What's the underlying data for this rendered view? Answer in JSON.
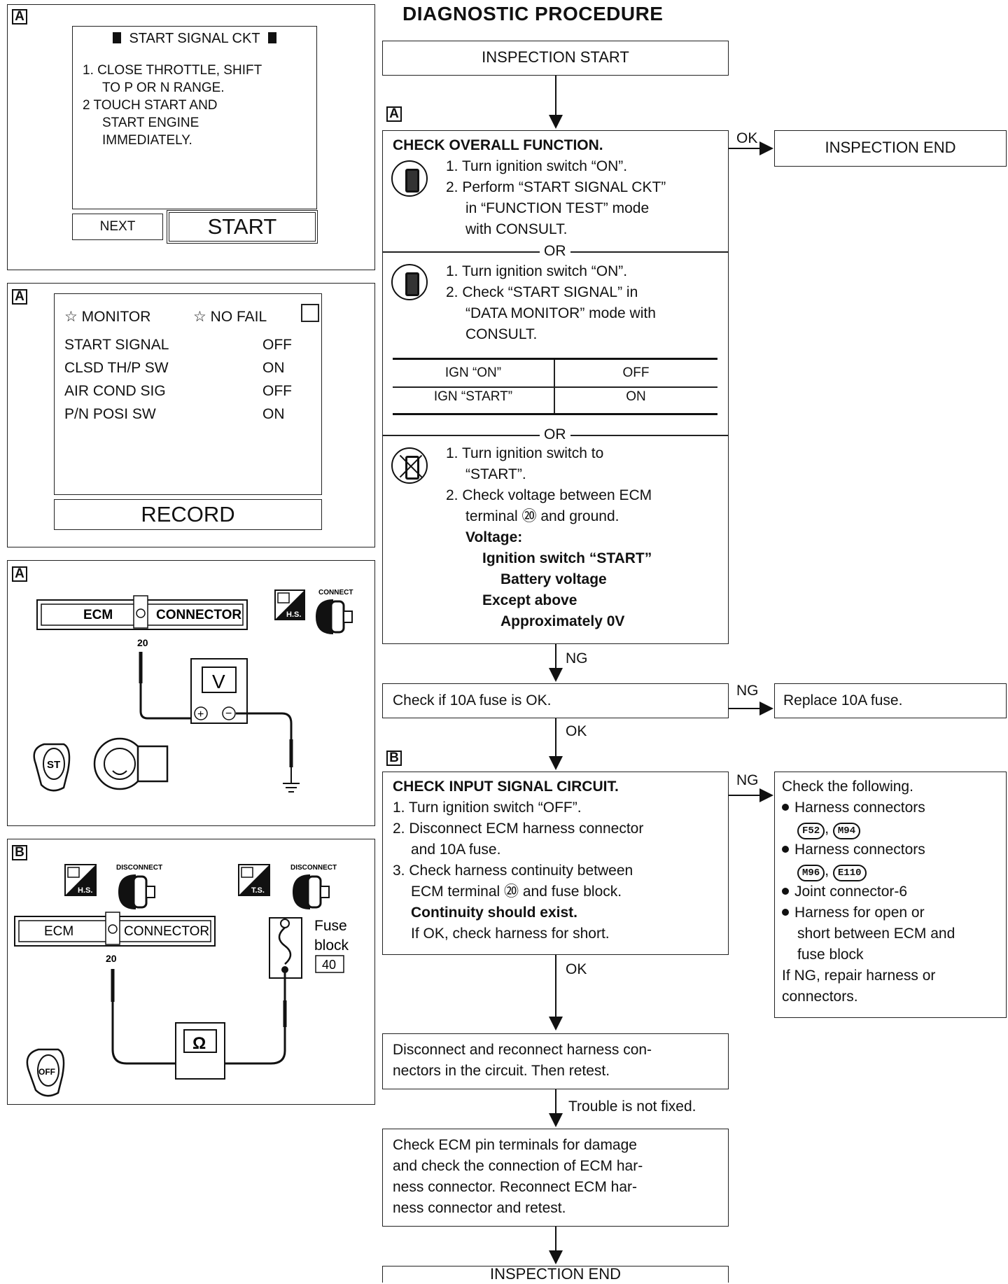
{
  "title": "DIAGNOSTIC PROCEDURE",
  "labels": {
    "a": "A",
    "b": "B"
  },
  "panel1": {
    "header": "START SIGNAL CKT",
    "steps": [
      "1. CLOSE THROTTLE, SHIFT",
      "TO P OR N RANGE.",
      "2  TOUCH START AND",
      "START ENGINE",
      "IMMEDIATELY."
    ],
    "next": "NEXT",
    "start": "START"
  },
  "panel2": {
    "monitor": "☆ MONITOR",
    "nofail": "☆ NO  FAIL",
    "rows": [
      {
        "name": "START SIGNAL",
        "value": "OFF"
      },
      {
        "name": "CLSD TH/P SW",
        "value": "ON"
      },
      {
        "name": "AIR COND SIG",
        "value": "OFF"
      },
      {
        "name": "P/N POSI SW",
        "value": "ON"
      }
    ],
    "record": "RECORD"
  },
  "panel3": {
    "ecm": "ECM",
    "connector": "CONNECTOR",
    "pin": "20",
    "hs": "H.S.",
    "connect": "CONNECT",
    "meter": "V",
    "st": "ST"
  },
  "panel4": {
    "ecm": "ECM",
    "connector": "CONNECTOR",
    "pin": "20",
    "hs": "H.S.",
    "ts": "T.S.",
    "disconnect1": "DISCONNECT",
    "disconnect2": "DISCONNECT",
    "fuse1": "Fuse",
    "fuse2": "block",
    "fuse_no": "40",
    "meter": "Ω",
    "off": "OFF"
  },
  "flow": {
    "inspection_start": "INSPECTION START",
    "inspection_end": "INSPECTION END",
    "ok": "OK",
    "ng": "NG",
    "or": "OR",
    "check_overall": {
      "title": "CHECK OVERALL FUNCTION.",
      "s1": "1. Turn ignition switch “ON”.",
      "s2a": "2. Perform “START SIGNAL CKT”",
      "s2b": "in “FUNCTION TEST” mode",
      "s2c": "with CONSULT."
    },
    "alt1": {
      "s1": "1. Turn ignition switch “ON”.",
      "s2a": "2. Check “START SIGNAL” in",
      "s2b": "“DATA MONITOR” mode with",
      "s2c": "CONSULT.",
      "table": [
        [
          "IGN “ON”",
          "OFF"
        ],
        [
          "IGN “START”",
          "ON"
        ]
      ]
    },
    "alt2": {
      "s1a": "1. Turn ignition switch to",
      "s1b": "“START”.",
      "s2a": "2. Check voltage between ECM",
      "s2b": "terminal ⑳ and ground.",
      "voltage": "Voltage:",
      "ign_start": "Ignition switch “START”",
      "battery": "Battery voltage",
      "except": "Except above",
      "approx": "Approximately 0V"
    },
    "check_fuse": "Check if 10A fuse is OK.",
    "replace_fuse": "Replace 10A fuse.",
    "check_input": {
      "title": "CHECK INPUT SIGNAL CIRCUIT.",
      "l1": "1. Turn ignition switch “OFF”.",
      "l2": "2. Disconnect ECM harness connector",
      "l3": "and 10A fuse.",
      "l4": "3. Check harness continuity between",
      "l5": "ECM terminal ⑳ and fuse block.",
      "l6": "Continuity should exist.",
      "l7": "If OK, check harness for short."
    },
    "check_following": {
      "title": "Check the following.",
      "b1": "Harness connectors",
      "c1": "F52",
      "c2": "M94",
      "b2": "Harness connectors",
      "c3": "M96",
      "c4": "E110",
      "b3": "Joint connector-6",
      "b4a": "Harness for open or",
      "b4b": "short between ECM and",
      "b4c": "fuse block",
      "r1": "If NG, repair harness or",
      "r2": "connectors."
    },
    "reconnect": {
      "l1": "Disconnect and reconnect harness con-",
      "l2": "nectors in the circuit. Then retest."
    },
    "not_fixed": "Trouble is not fixed.",
    "pins": {
      "l1": "Check ECM pin terminals for damage",
      "l2": "and check the connection of ECM har-",
      "l3": "ness connector. Reconnect ECM har-",
      "l4": "ness connector and retest."
    }
  }
}
